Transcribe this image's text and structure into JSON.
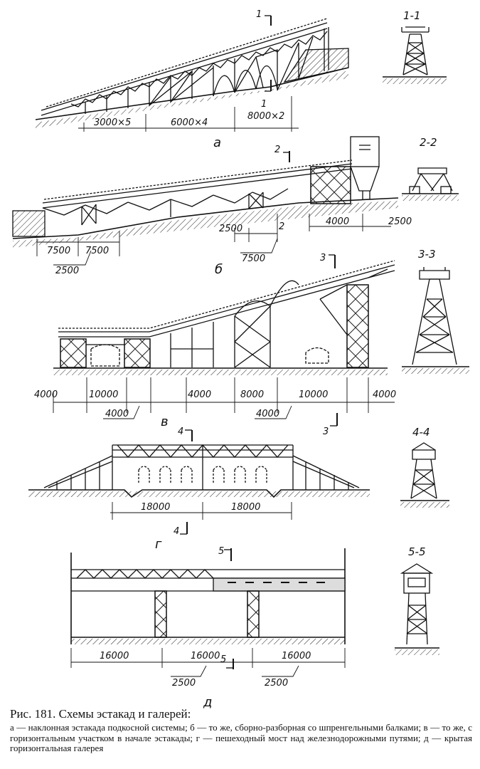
{
  "figure": {
    "caption_title": "Рис. 181. Схемы эстакад и галерей:",
    "caption_text": "а — наклонная эстакада подкосной системы; б — то же, сборно-разборная со шпренгельными балками; в — то же, с горизонтальным участком в начале эстакады; г — пешеходный мост над железнодорожными путями; д — крытая горизонтальная галерея"
  },
  "panels": [
    {
      "letter": "а",
      "section": "1-1",
      "marker": "1",
      "dims": [
        "3000×5",
        "6000×4",
        "8000×2"
      ]
    },
    {
      "letter": "б",
      "section": "2-2",
      "marker": "2",
      "dims": [
        "7500",
        "7500",
        "2500",
        "2500",
        "7500",
        "4000",
        "2500"
      ]
    },
    {
      "letter": "в",
      "section": "3-3",
      "marker": "3",
      "dims": [
        "4000",
        "10000",
        "4000",
        "4000",
        "8000",
        "10000",
        "4000",
        "4000"
      ]
    },
    {
      "letter": "г",
      "section": "4-4",
      "marker": "4",
      "dims": [
        "18000",
        "18000"
      ]
    },
    {
      "letter": "д",
      "section": "5-5",
      "marker": "5",
      "dims": [
        "16000",
        "16000",
        "16000",
        "2500",
        "2500"
      ]
    }
  ]
}
